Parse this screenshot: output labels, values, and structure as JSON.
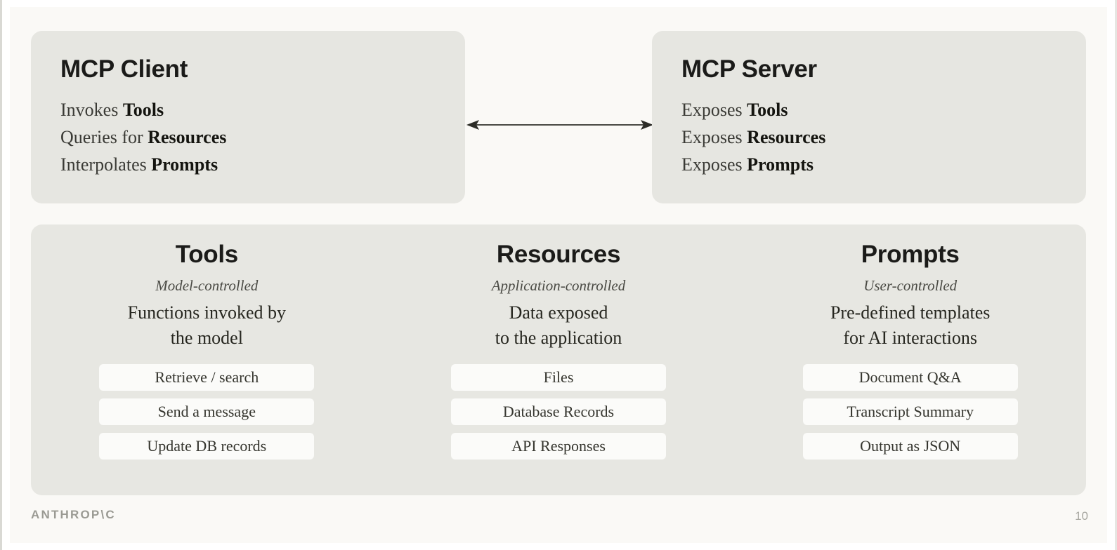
{
  "slide": {
    "page_number": "10",
    "brand": "ANTHROP\\C",
    "colors": {
      "background": "#faf9f6",
      "card": "#e6e6e1",
      "panel": "#e7e7e2",
      "pill": "#fbfbf9",
      "heading_text": "#1b1b19",
      "body_text": "#3a3a35",
      "muted_text": "#9a9a93"
    }
  },
  "top": {
    "client": {
      "title": "MCP Client",
      "lines": [
        {
          "verb": "Invokes ",
          "noun": "Tools"
        },
        {
          "verb": "Queries for ",
          "noun": "Resources"
        },
        {
          "verb": "Interpolates ",
          "noun": "Prompts"
        }
      ]
    },
    "server": {
      "title": "MCP Server",
      "lines": [
        {
          "verb": "Exposes ",
          "noun": "Tools"
        },
        {
          "verb": "Exposes ",
          "noun": "Resources"
        },
        {
          "verb": "Exposes ",
          "noun": "Prompts"
        }
      ]
    },
    "connector": {
      "icon": "double-headed-arrow",
      "direction": "bidirectional"
    }
  },
  "bottom": {
    "columns": [
      {
        "title": "Tools",
        "subtitle": "Model-controlled",
        "description": "Functions invoked by\nthe model",
        "desc_line1": "Functions invoked by",
        "desc_line2": "the model",
        "examples": [
          "Retrieve / search",
          "Send a message",
          "Update DB records"
        ]
      },
      {
        "title": "Resources",
        "subtitle": "Application-controlled",
        "description": "Data exposed\nto the application",
        "desc_line1": "Data exposed",
        "desc_line2": "to the application",
        "examples": [
          "Files",
          "Database Records",
          "API Responses"
        ]
      },
      {
        "title": "Prompts",
        "subtitle": "User-controlled",
        "description": "Pre-defined templates\nfor AI interactions",
        "desc_line1": "Pre-defined templates",
        "desc_line2": "for AI interactions",
        "examples": [
          "Document Q&A",
          "Transcript Summary",
          "Output as JSON"
        ]
      }
    ]
  }
}
